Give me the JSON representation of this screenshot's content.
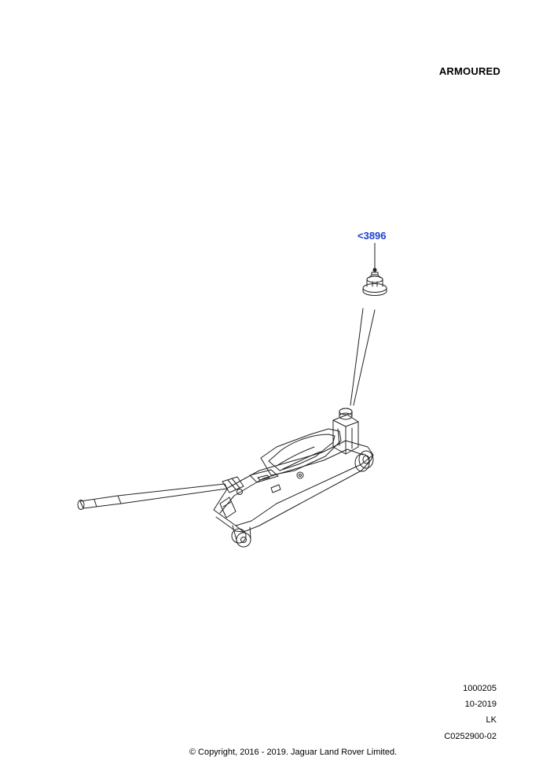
{
  "header": {
    "variant_label": "ARMOURED"
  },
  "callouts": [
    {
      "label": "<3896",
      "color": "#1a3fd6"
    }
  ],
  "illustration": {
    "parts": [
      "trolley-jack",
      "jack-saddle-adapter"
    ]
  },
  "footer": {
    "codes": [
      "1000205",
      "10-2019",
      "LK",
      "C0252900-02"
    ],
    "copyright": "© Copyright, 2016 - 2019. Jaguar Land Rover Limited."
  }
}
